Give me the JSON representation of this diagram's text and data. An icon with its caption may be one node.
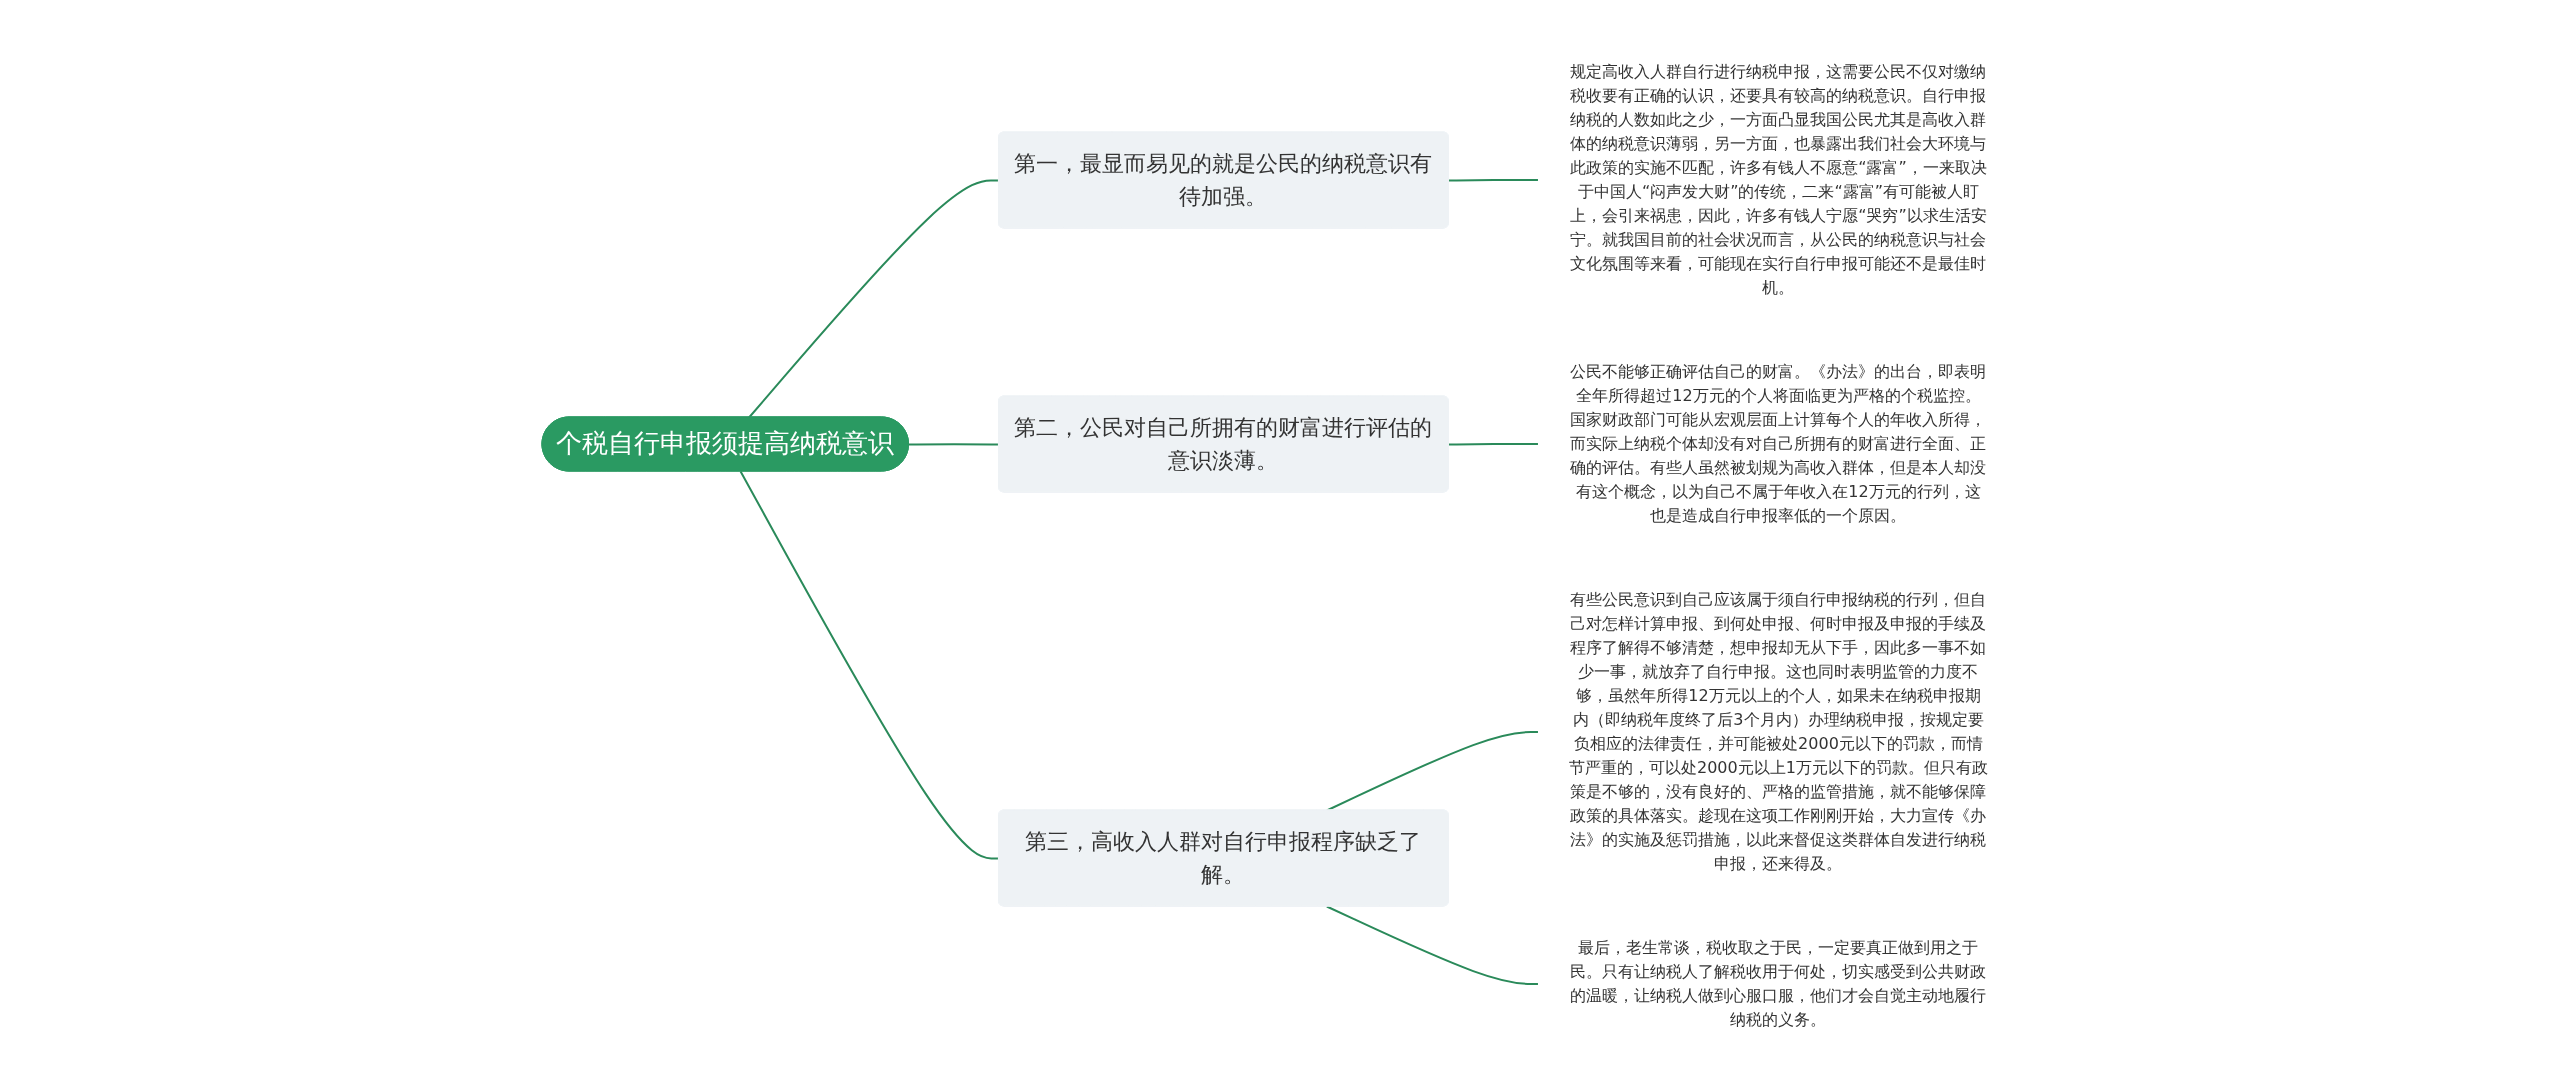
{
  "diagram": {
    "nodes": [
      {
        "text": [
          "个税自行申报须提高纳税意识"
        ]
      },
      {
        "text": [
          "第一，最显而易见的就是公民的纳税意识有待加强。"
        ]
      },
      {
        "text": [
          "第二，公民对自己所拥有的财富进行评估的意识淡薄。"
        ]
      },
      {
        "text": [
          "第三，高收入人群对自行申报程序缺乏了解。"
        ]
      },
      {
        "text": [
          "规定高收入人群自行进行纳税申报，这需要公民不仅对缴纳税收要有正确的认识，还要具有较高的纳税意识。自行申报纳税的人数如此之少，一方面凸显我国公民尤其是高收入群体的纳税意识薄弱，另一方面，也暴露出我们社会大环境与此政策的实施不匹配，许多有钱人不愿意“露富”，一来取决于中国人“闷声发大财”的传统，二来“露富”有可能被人盯上，会引来祸患，因此，许多有钱人宁愿“哭穷”以求生活安宁。就我国目前的社会状况而言，从公民的纳税意识与社会文化氛围等来看，可能现在实行自行申报可能还不是最佳时机。"
        ]
      },
      {
        "text": [
          "公民不能够正确评估自己的财富。《办法》的出台，即表明全年所得超过12万元的个人将面临更为严格的个税监控。国家财政部门可能从宏观层面上计算每个人的年收入所得，而实际上纳税个体却没有对自己所拥有的财富进行全面、正确的评估。有些人虽然被划规为高收入群体，但是本人却没有这个概念，以为自己不属于年收入在12万元的行列，这也是造成自行申报率低的一个原因。"
        ]
      },
      {
        "text": [
          "有些公民意识到自己应该属于须自行申报纳税的行列，但自己对怎样计算申报、到何处申报、何时申报及申报的手续及程序了解得不够清楚，想申报却无从下手，因此多一事不如少一事，就放弃了自行申报。这也同时表明监管的力度不够，虽然年所得12万元以上的个人，如果未在纳税申报期内（即纳税年度终了后3个月内）办理纳税申报，按规定要负相应的法律责任，并可能被处2000元以下的罚款，而情节严重的，可以处2000元以上1万元以下的罚款。但只有政策是不够的，没有良好的、严格的监管措施，就不能够保障政策的具体落实。趁现在这项工作刚刚开始，大力宣传《办法》的实施及惩罚措施，以此来督促这类群体自发进行纳税申报，还来得及。"
        ]
      },
      {
        "text": [
          "最后，老生常谈，税收取之于民，一定要真正做到用之于民。只有让纳税人了解税收用于何处，切实感受到公共财政的温暖，让纳税人做到心服口服，他们才会自觉主动地履行纳税的义务。"
        ]
      }
    ],
    "edges": [
      {
        "from": 0,
        "to": 1,
        "arrow": "none"
      },
      {
        "from": 0,
        "to": 2,
        "arrow": "none"
      },
      {
        "from": 0,
        "to": 3,
        "arrow": "none"
      },
      {
        "from": 1,
        "to": 4,
        "arrow": "none"
      },
      {
        "from": 2,
        "to": 5,
        "arrow": "none"
      },
      {
        "from": 3,
        "to": 6,
        "arrow": "none"
      },
      {
        "from": 3,
        "to": 7,
        "arrow": "none"
      }
    ]
  }
}
